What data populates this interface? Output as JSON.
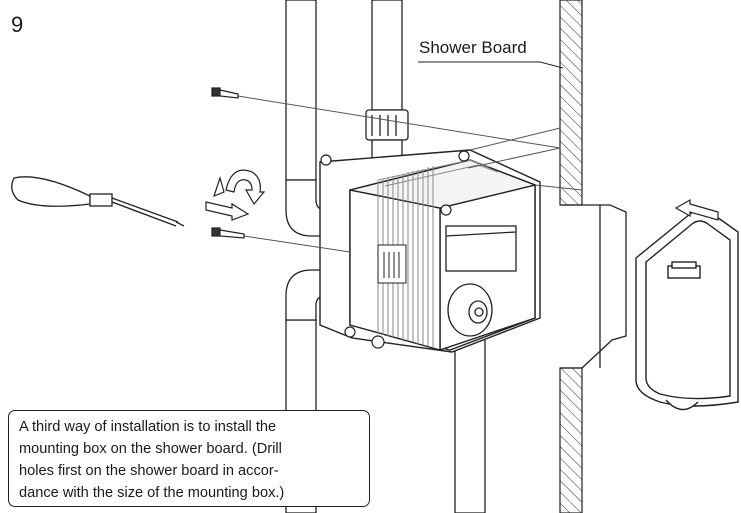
{
  "step": {
    "number": "9"
  },
  "labels": {
    "shower_board": "Shower Board"
  },
  "note": {
    "lines": [
      "A third way of installation is to install the",
      "mounting box on the shower board. (Drill",
      "holes first on the shower board in accor-",
      "dance with the size of the mounting box.)"
    ]
  },
  "colors": {
    "line": "#1a1a1a",
    "fill": "#ffffff",
    "hatch": "#333333",
    "tape": "#9a9a9a"
  }
}
